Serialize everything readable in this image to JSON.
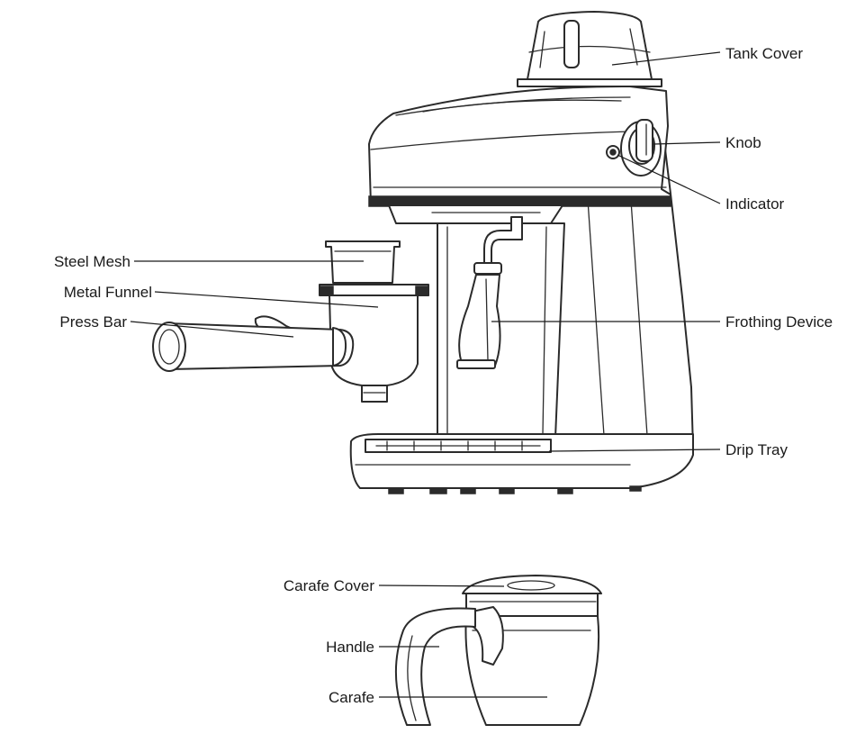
{
  "labels": {
    "tank_cover": "Tank Cover",
    "knob": "Knob",
    "indicator": "Indicator",
    "steel_mesh": "Steel Mesh",
    "metal_funnel": "Metal Funnel",
    "press_bar": "Press Bar",
    "frothing_device": "Frothing Device",
    "drip_tray": "Drip Tray",
    "carafe_cover": "Carafe Cover",
    "handle": "Handle",
    "carafe": "Carafe"
  }
}
